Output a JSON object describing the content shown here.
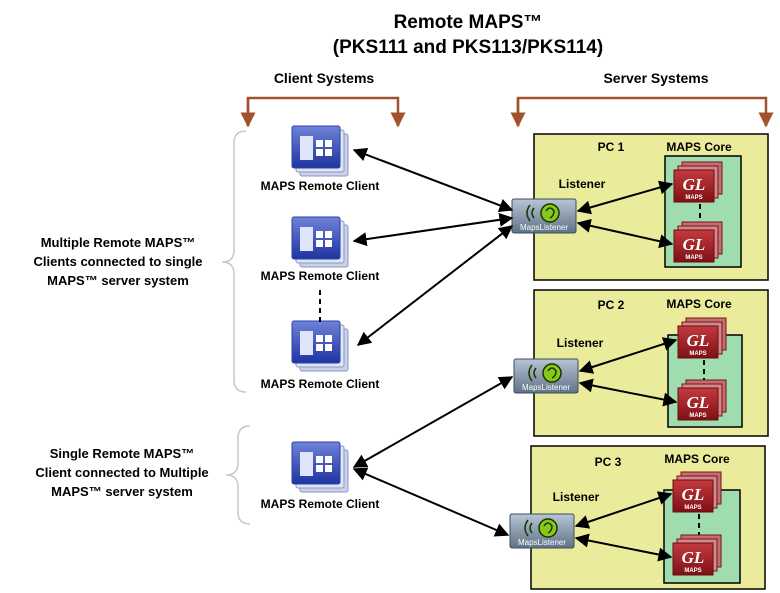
{
  "title": {
    "line1": "Remote MAPS™",
    "line2": "(PKS111 and PKS113/PKS114)"
  },
  "headers": {
    "client": "Client Systems",
    "server": "Server Systems"
  },
  "groups": {
    "multi": {
      "lines": [
        "Multiple Remote MAPS™",
        "Clients connected to single",
        "MAPS™ server system"
      ]
    },
    "single": {
      "lines": [
        "Single Remote MAPS™",
        "Client connected to Multiple",
        "MAPS™ server system"
      ]
    }
  },
  "clients": [
    {
      "label": "MAPS Remote Client"
    },
    {
      "label": "MAPS Remote Client"
    },
    {
      "label": "MAPS Remote Client"
    },
    {
      "label": "MAPS Remote Client"
    }
  ],
  "servers": [
    {
      "pc_label": "PC 1",
      "core_label": "MAPS Core",
      "listener_label": "Listener",
      "listener_icon_text": "MapsListener"
    },
    {
      "pc_label": "PC 2",
      "core_label": "MAPS Core",
      "listener_label": "Listener",
      "listener_icon_text": "MapsListener"
    },
    {
      "pc_label": "PC 3",
      "core_label": "MAPS Core",
      "listener_label": "Listener",
      "listener_icon_text": "MapsListener"
    }
  ],
  "gl_logo": {
    "main": "GL",
    "sub": "MAPS"
  },
  "colors": {
    "pc_box": "#ebeb9c",
    "core_box": "#9fdcb0",
    "bracket": "#a0522d",
    "client_icon": "#2a44a8",
    "gl_icon": "#9b1c22"
  }
}
